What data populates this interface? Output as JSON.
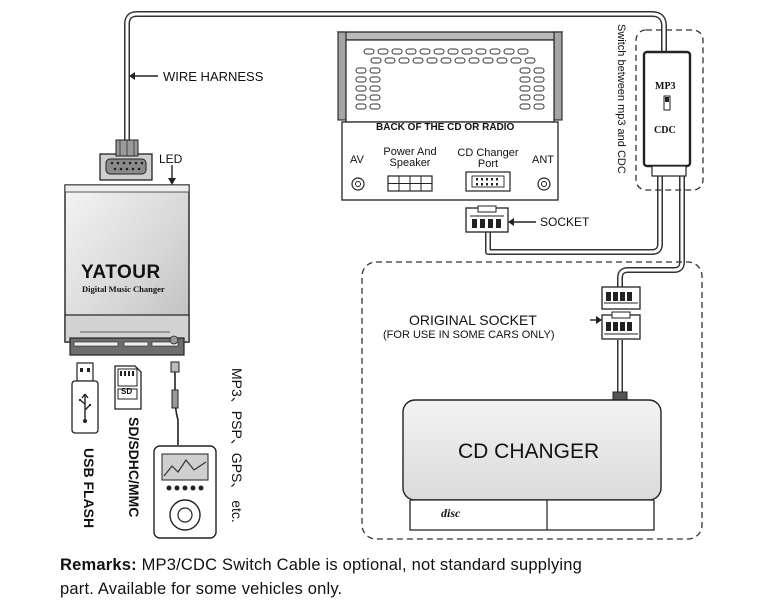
{
  "labels": {
    "wire_harness": "WIRE HARNESS",
    "led": "LED",
    "brand": "YATOUR",
    "brand_sub": "Digital Music Changer",
    "back_of_radio": "BACK OF THE CD OR RADIO",
    "av": "AV",
    "power_speaker_1": "Power And",
    "power_speaker_2": "Speaker",
    "cd_changer_port_1": "CD Changer",
    "cd_changer_port_2": "Port",
    "ant": "ANT",
    "socket": "SOCKET",
    "switch_text": "Switch between mp3 and CDC",
    "switch_mp3": "MP3",
    "switch_cdc": "CDC",
    "original_socket": "ORIGINAL SOCKET",
    "original_socket_note": "(FOR USE IN SOME CARS ONLY)",
    "cd_changer": "CD CHANGER",
    "disc_logo": "disc",
    "usb_flash": "USB FLASH",
    "sd_card": "SD/SDHC/MMC",
    "sd_logo": "SD",
    "mp3_devices": "MP3、PSP、GPS、 etc."
  },
  "remarks": {
    "prefix": "Remarks:",
    "line1": " MP3/CDC Switch Cable is optional, not standard supplying",
    "line2": "part. Available for some vehicles only."
  },
  "colors": {
    "device_body": "#dcdcdc",
    "device_dark": "#7a7a7a",
    "outline": "#222222",
    "dashed": "#333333"
  }
}
